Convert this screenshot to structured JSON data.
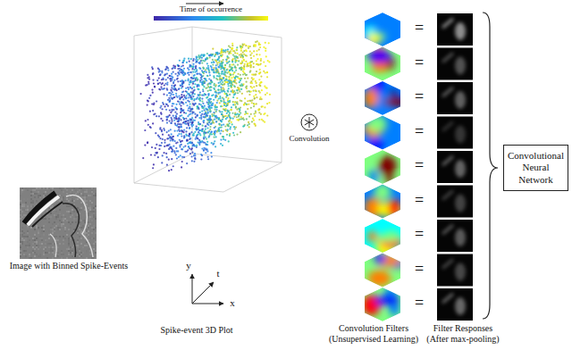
{
  "diagram": {
    "nodes": [
      {
        "text": [
          "Convolutional Neural Network"
        ]
      }
    ],
    "labels": [
      "Time of occurrence",
      "Image with Binned Spike-Events",
      "Spike-event 3D Plot",
      "y",
      "t",
      "x",
      "Convolution",
      "=",
      "=",
      "=",
      "=",
      "=",
      "=",
      "=",
      "=",
      "=",
      "Convolution Filters (Unsupervised Learning)",
      "Filter Responses (After max-pooling)"
    ]
  }
}
